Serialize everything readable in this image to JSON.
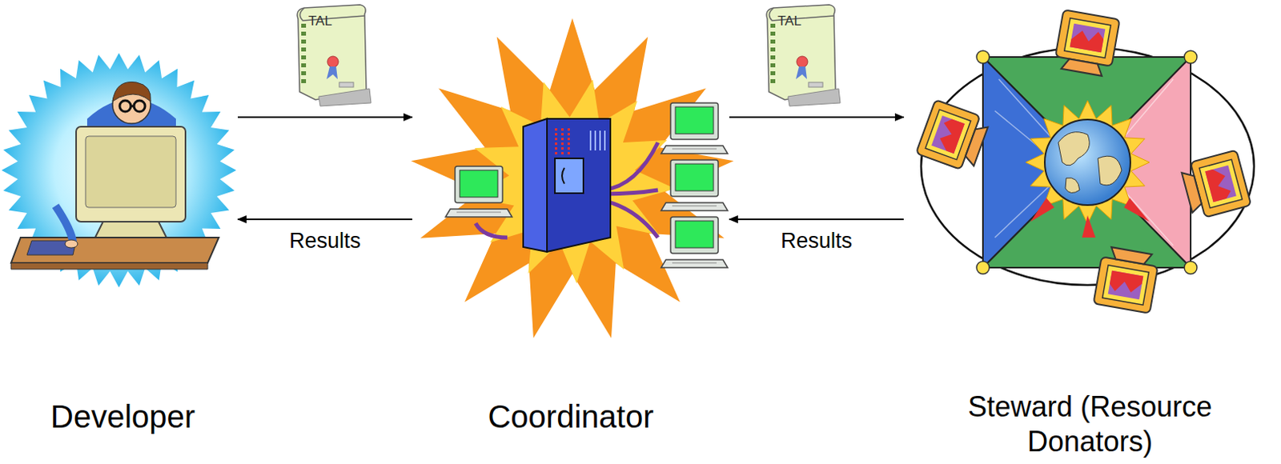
{
  "diagram": {
    "nodes": [
      {
        "text": [
          "Developer"
        ]
      },
      {
        "text": [
          "Coordinator"
        ]
      },
      {
        "text": [
          "Steward (Resource Donators)"
        ]
      }
    ],
    "edges": [
      {
        "from": 0,
        "to": 1,
        "arrow": "to"
      },
      {
        "from": 1,
        "to": 0,
        "label": "Results",
        "arrow": "to"
      },
      {
        "from": 1,
        "to": 2,
        "arrow": "to"
      },
      {
        "from": 2,
        "to": 1,
        "label": "Results",
        "arrow": "to"
      }
    ],
    "labels": [
      "TAL",
      "TAL"
    ]
  }
}
